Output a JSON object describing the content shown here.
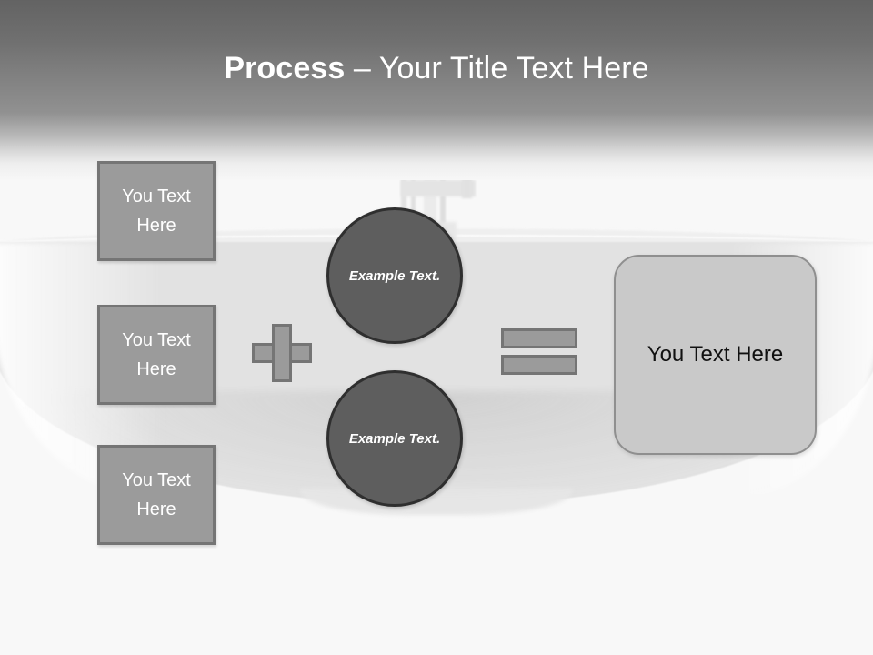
{
  "slide": {
    "title": {
      "strong": "Process",
      "rest": " – Your Title Text Here"
    }
  },
  "inputs": {
    "boxes": [
      {
        "label": "You Text Here"
      },
      {
        "label": "You Text Here"
      },
      {
        "label": "You Text Here"
      }
    ]
  },
  "circles": [
    {
      "label": "Example Text."
    },
    {
      "label": "Example Text."
    }
  ],
  "operators": {
    "plus": "+",
    "equals": "="
  },
  "result": {
    "label": "You Text Here"
  },
  "colors": {
    "header_top": "#636363",
    "header_bottom": "#919191",
    "page_background": "#f7f7f7",
    "box_fill": "#9b9b9b",
    "box_border": "#757575",
    "circle_fill": "#5e5e5e",
    "circle_border": "#2f2f2f",
    "result_fill": "#c9c9c9",
    "result_border": "#8f8f8f",
    "title_text": "#ffffff",
    "box_text": "#ffffff",
    "result_text": "#111111"
  }
}
